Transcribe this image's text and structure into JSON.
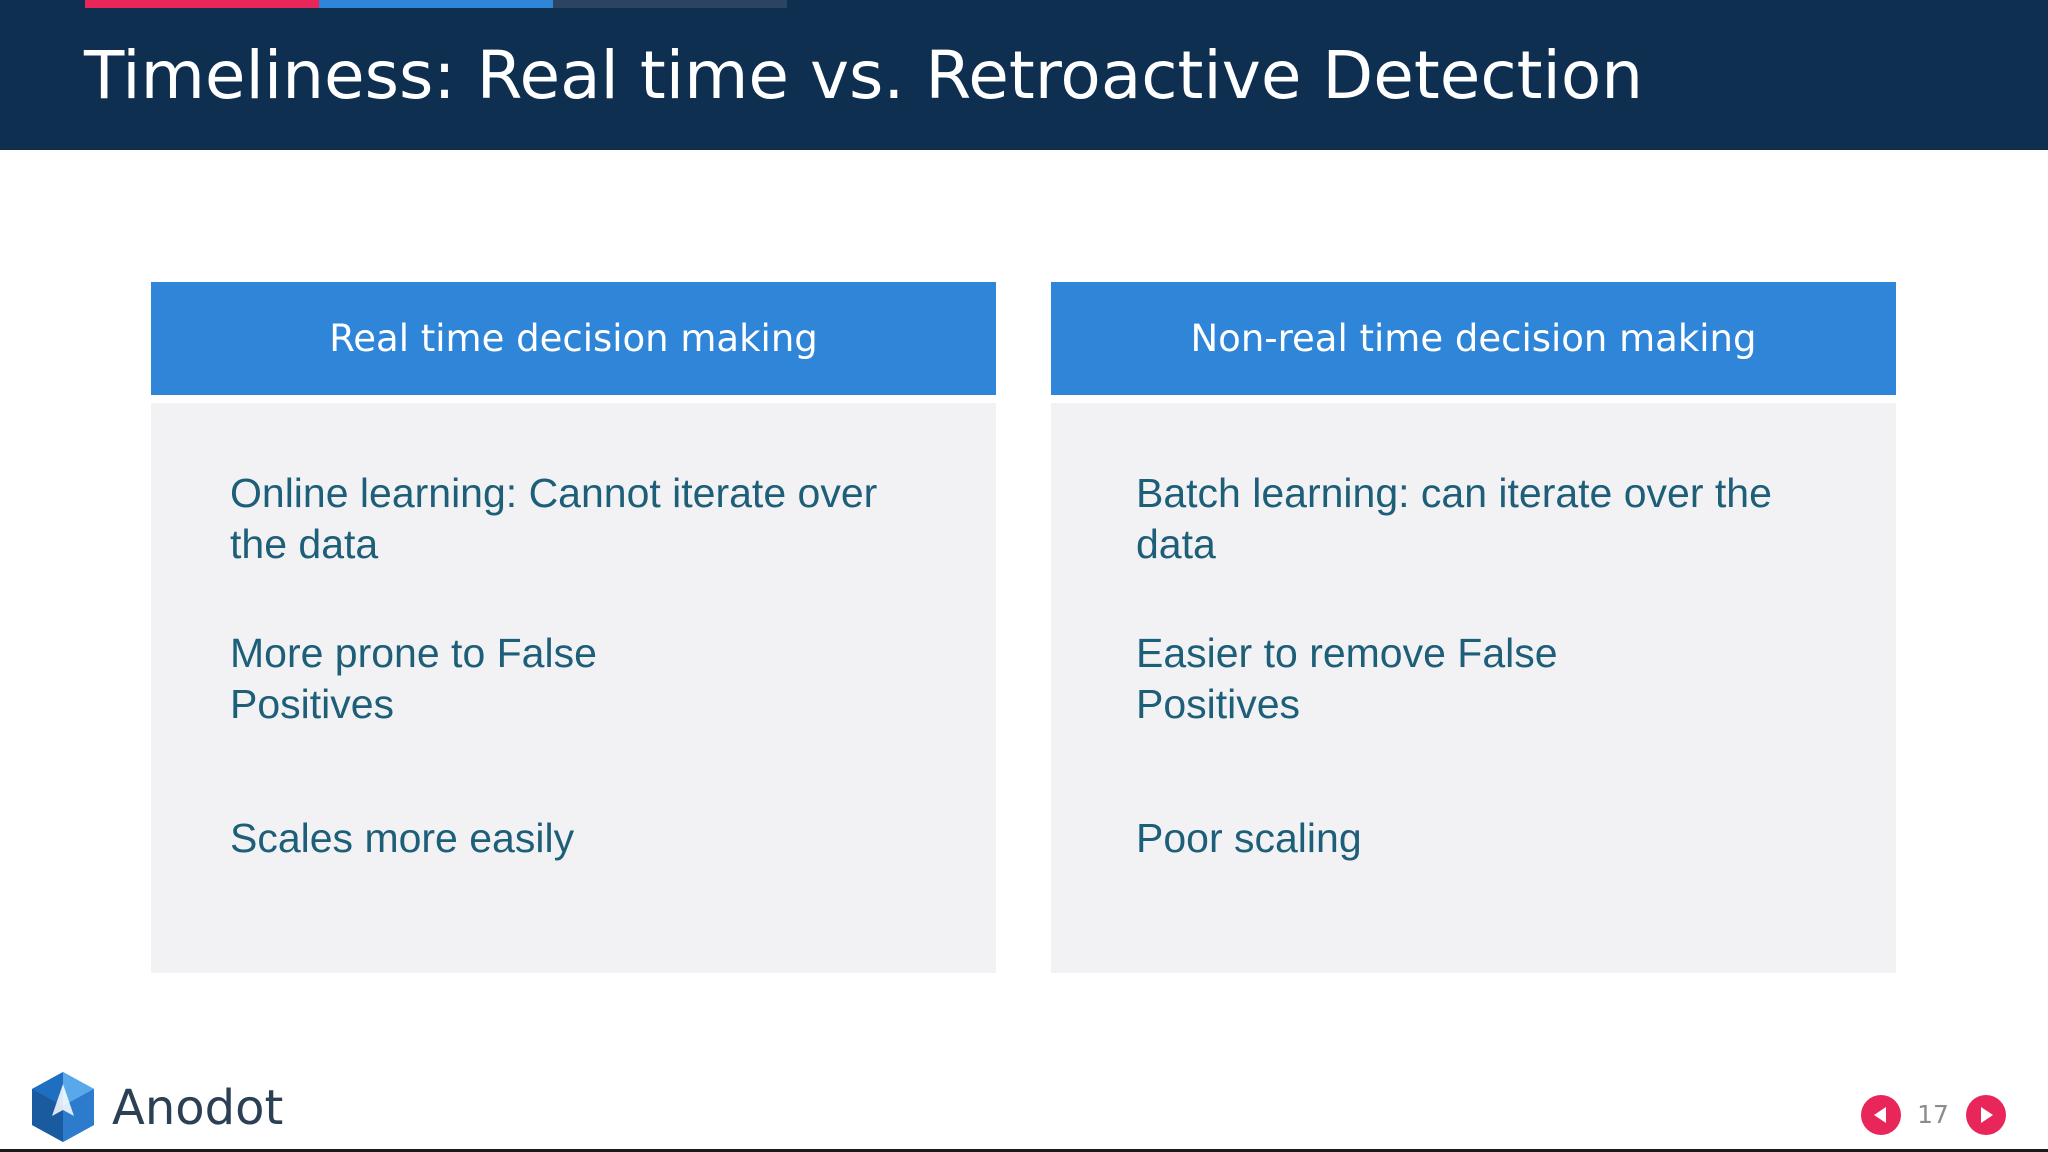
{
  "header": {
    "title": "Timeliness: Real time vs. Retroactive Detection"
  },
  "columns": [
    {
      "heading": "Real time decision making",
      "items": [
        "Online learning: Cannot iterate over the data",
        "More prone to False Positives",
        "Scales more easily"
      ]
    },
    {
      "heading": "Non-real time decision making",
      "items": [
        "Batch learning: can iterate over the data",
        "Easier to remove False Positives",
        "Poor scaling"
      ]
    }
  ],
  "footer": {
    "brand": "Anodot",
    "logo_icon": "anodot-logo-icon",
    "page_number": "17",
    "prev_icon": "prev-slide-icon",
    "next_icon": "next-slide-icon"
  },
  "colors": {
    "header_background": "#0e2f50",
    "accent_red": "#e8265a",
    "accent_blue": "#2f86d9",
    "column_header": "#2f86d9",
    "column_body": "#f2f2f4",
    "body_text": "#1d5e78"
  }
}
